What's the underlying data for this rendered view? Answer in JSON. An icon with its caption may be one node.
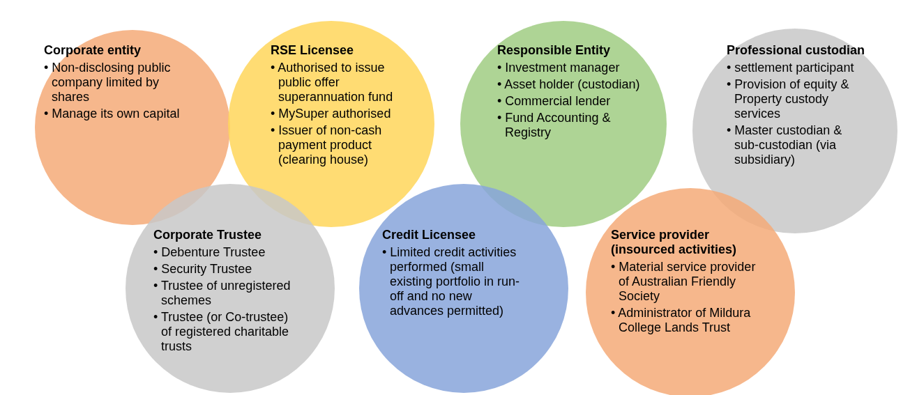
{
  "diagram": {
    "nodes": [
      {
        "text": [
          "Corporate entity",
          "• Non-disclosing public company limited by shares",
          "• Manage its own capital"
        ]
      },
      {
        "text": [
          "RSE Licensee",
          "• Authorised to issue public offer superannuation fund",
          "• MySuper authorised",
          "• Issuer of non-cash payment product (clearing house)"
        ]
      },
      {
        "text": [
          "Responsible Entity",
          "• Investment manager",
          "• Asset holder (custodian)",
          "• Commercial lender",
          "• Fund Accounting & Registry"
        ]
      },
      {
        "text": [
          "Professional custodian",
          "• settlement participant",
          "• Provision of equity & Property custody services",
          "• Master custodian & sub-custodian (via subsidiary)"
        ]
      },
      {
        "text": [
          "Corporate Trustee",
          "• Debenture Trustee",
          "• Security Trustee",
          "• Trustee of unregistered schemes",
          "• Trustee (or Co-trustee) of registered charitable trusts"
        ]
      },
      {
        "text": [
          "Credit Licensee",
          "• Limited credit activities performed (small existing portfolio in run-off and no new advances permitted)"
        ]
      },
      {
        "text": [
          "Service provider (insourced activities)",
          "• Material service provider of Australian Friendly Society",
          "• Administrator of Mildura College Lands Trust"
        ]
      }
    ]
  }
}
